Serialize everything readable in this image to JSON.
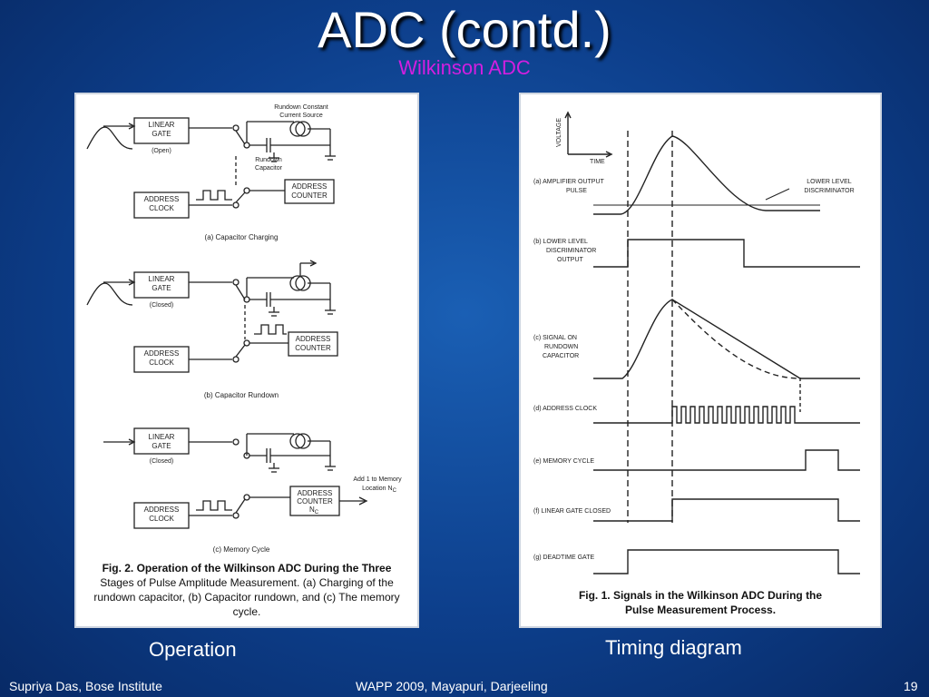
{
  "slide": {
    "title": "ADC (contd.)",
    "subtitle": "Wilkinson ADC",
    "left_caption": "Operation",
    "right_caption": "Timing diagram",
    "footer_left": "Supriya Das, Bose Institute",
    "footer_center": "WAPP 2009, Mayapuri, Darjeeling",
    "footer_right": "19"
  },
  "left_fig": {
    "linear_gate": [
      "LINEAR",
      "GATE"
    ],
    "address_clock": [
      "ADDRESS",
      "CLOCK"
    ],
    "address_counter": [
      "ADDRESS",
      "COUNTER"
    ],
    "counter_nc": "N",
    "nc_sub": "C",
    "open": "(Open)",
    "closed": "(Closed)",
    "rundown_source": [
      "Rundown Constant",
      "Current Source"
    ],
    "rundown_cap": [
      "Rundown",
      "Capacitor"
    ],
    "add_memory": [
      "Add 1 to Memory",
      "Location N"
    ],
    "stage_a": "(a) Capacitor Charging",
    "stage_b": "(b) Capacitor Rundown",
    "stage_c": "(c) Memory Cycle",
    "fig_bold": "Fig. 2.  Operation of the Wilkinson ADC During the Three Stages of Pulse Amplitude Measurement.",
    "fig_lines": [
      "Fig. 2.  Operation of the Wilkinson ADC During the Three",
      "Stages of Pulse Amplitude Measurement. (a) Charging of the",
      "rundown capacitor, (b) Capacitor rundown, and (c) The memory",
      "cycle."
    ]
  },
  "right_fig": {
    "voltage": "VOLTAGE",
    "time": "TIME",
    "lld_label": [
      "LOWER LEVEL",
      "DISCRIMINATOR"
    ],
    "sig_a": [
      "(a)  AMPLIFIER OUTPUT",
      "PULSE"
    ],
    "sig_b": [
      "(b)  LOWER LEVEL",
      "DISCRIMINATOR",
      "OUTPUT"
    ],
    "sig_c": [
      "(c) SIGNAL ON",
      "RUNDOWN",
      "CAPACITOR"
    ],
    "sig_d": "(d)  ADDRESS CLOCK",
    "sig_e": "(e)  MEMORY CYCLE",
    "sig_f": "(f)  LINEAR GATE CLOSED",
    "sig_g": "(g)  DEADTIME GATE",
    "fig_lines": [
      "Fig. 1.  Signals in the Wilkinson ADC During the",
      "Pulse Measurement Process."
    ]
  }
}
